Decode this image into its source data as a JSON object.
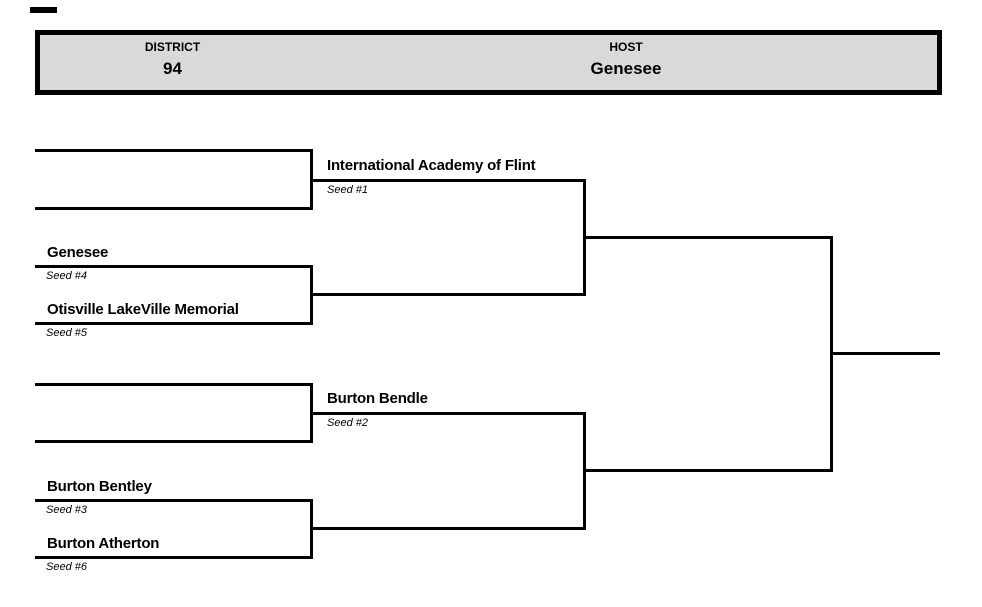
{
  "page": {
    "background_color": "#ffffff",
    "line_color": "#000000",
    "text_color": "#000000"
  },
  "header": {
    "fill_color": "#d9d9d9",
    "border_color": "#000000",
    "district": {
      "label": "DISTRICT",
      "value": "94"
    },
    "host": {
      "label": "HOST",
      "value": "Genesee"
    }
  },
  "bracket": {
    "slots": {
      "seed1": {
        "name": "International Academy of Flint",
        "seed": "Seed #1"
      },
      "seed2": {
        "name": "Burton Bendle",
        "seed": "Seed #2"
      },
      "seed3": {
        "name": "Burton Bentley",
        "seed": "Seed #3"
      },
      "seed4": {
        "name": "Genesee",
        "seed": "Seed #4"
      },
      "seed5": {
        "name": "Otisville LakeVille Memorial",
        "seed": "Seed #5"
      },
      "seed6": {
        "name": "Burton Atherton",
        "seed": "Seed #6"
      }
    }
  }
}
